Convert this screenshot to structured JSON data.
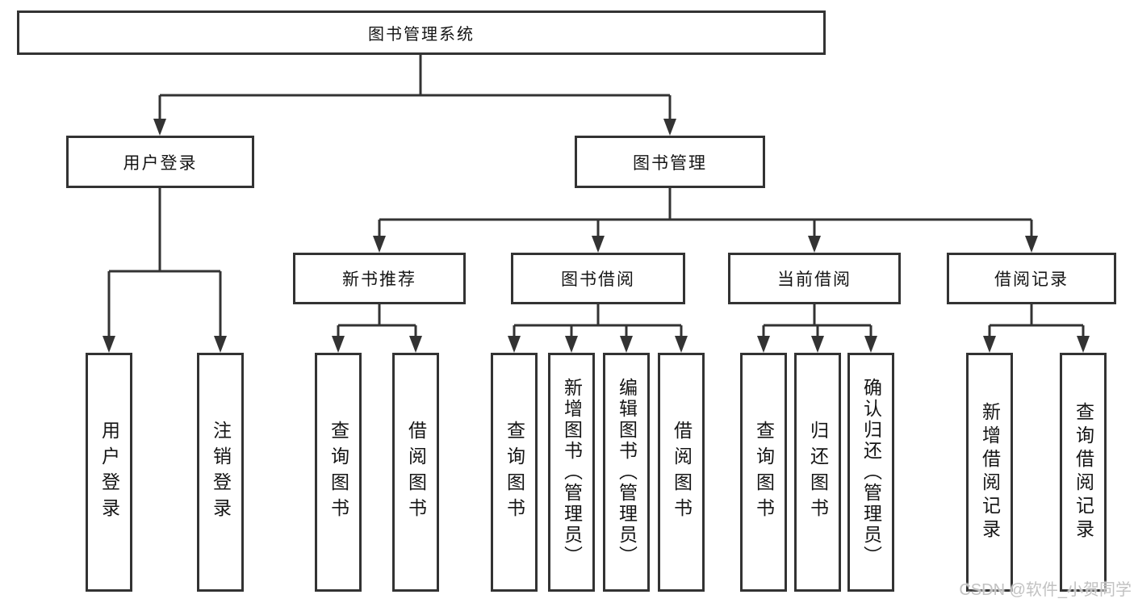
{
  "diagram_title": "图书管理系统",
  "tree": {
    "root": "图书管理系统",
    "user_login": {
      "label": "用户登录",
      "children": [
        "用户登录",
        "注销登录"
      ]
    },
    "book_mgmt": {
      "label": "图书管理",
      "sections": [
        {
          "label": "新书推荐",
          "children": [
            "查询图书",
            "借阅图书"
          ]
        },
        {
          "label": "图书借阅",
          "children": [
            "查询图书",
            "新增图书（管理员）",
            "编辑图书（管理员）",
            "借阅图书"
          ]
        },
        {
          "label": "当前借阅",
          "children": [
            "查询图书",
            "归还图书",
            "确认归还（管理员）"
          ]
        },
        {
          "label": "借阅记录",
          "children": [
            "新增借阅记录",
            "查询借阅记录"
          ]
        }
      ]
    }
  },
  "watermark": "CSDN @软件_小贺同学",
  "colors": {
    "line": "#333333",
    "box_border": "#333333",
    "text": "#151515",
    "background": "#ffffff",
    "watermark": "#c2c2c2"
  }
}
